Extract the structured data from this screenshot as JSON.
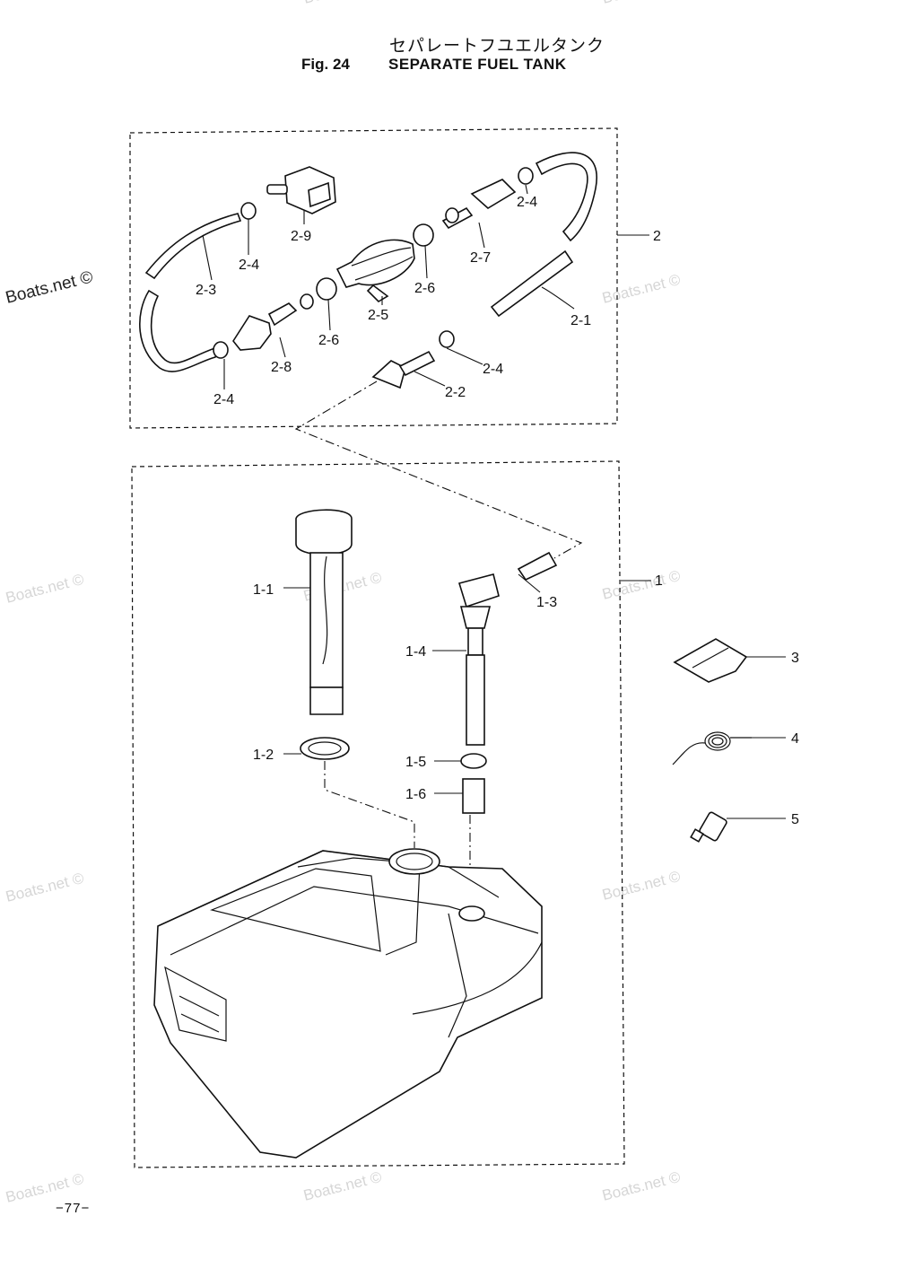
{
  "header": {
    "title_jp": "セパレートフユエルタンク",
    "fig_number": "Fig. 24",
    "fig_title": "SEPARATE FUEL TANK"
  },
  "watermark": {
    "text": "Boats.net ©"
  },
  "part_labels": {
    "l1": "1",
    "l1_1": "1-1",
    "l1_2": "1-2",
    "l1_3": "1-3",
    "l1_4": "1-4",
    "l1_5": "1-5",
    "l1_6": "1-6",
    "l2": "2",
    "l2_1": "2-1",
    "l2_2": "2-2",
    "l2_3": "2-3",
    "l2_4": "2-4",
    "l2_5": "2-5",
    "l2_6": "2-6",
    "l2_7": "2-7",
    "l2_8": "2-8",
    "l2_9": "2-9",
    "l3": "3",
    "l4": "4",
    "l5": "5"
  },
  "footer": {
    "page_number": "−77−"
  }
}
